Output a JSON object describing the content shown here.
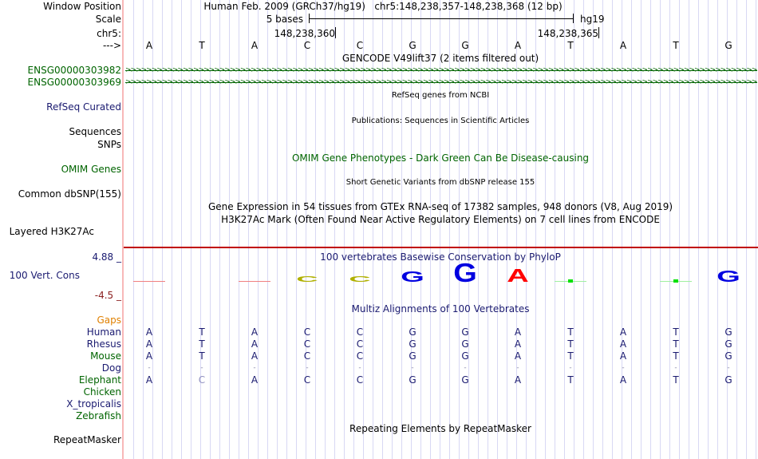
{
  "labels": {
    "window_position": "Window Position",
    "scale": "Scale",
    "chr": "chr5:",
    "arrow": "--->",
    "gene1": "ENSG00000303982",
    "gene2": "ENSG00000303969",
    "refseq": "RefSeq Curated",
    "sequences": "Sequences",
    "snps": "SNPs",
    "omim": "OMIM Genes",
    "dbsnp": "Common dbSNP(155)",
    "h3k27ac": "Layered H3K27Ac",
    "vert_cons": "100 Vert. Cons",
    "max": "4.88 _",
    "min": "-4.5 _",
    "gaps": "Gaps",
    "repeatmasker": "RepeatMasker"
  },
  "header": {
    "assembly": "Human Feb. 2009 (GRCh37/hg19)   chr5:148,238,357-148,238,368 (12 bp)",
    "scale_text": "5 bases",
    "db": "hg19",
    "pos1": "148,238,360",
    "pos2": "148,238,365"
  },
  "track_titles": {
    "gencode": "GENCODE V49lift37 (2 items filtered out)",
    "refseq": "RefSeq genes from NCBI",
    "publications": "Publications: Sequences in Scientific Articles",
    "omim": "OMIM Gene Phenotypes - Dark Green Can Be Disease-causing",
    "snp": "Short Genetic Variants from dbSNP release 155",
    "gtex": "Gene Expression in 54 tissues from GTEx RNA-seq of 17382 samples, 948 donors (V8, Aug 2019)",
    "h3k27ac": "H3K27Ac Mark (Often Found Near Active Regulatory Elements) on 7 cell lines from ENCODE",
    "phylop": "100 vertebrates Basewise Conservation by PhyloP",
    "multiz": "Multiz Alignments of 100 Vertebrates",
    "repeats": "Repeating Elements by RepeatMasker"
  },
  "sequence": [
    "A",
    "T",
    "A",
    "C",
    "C",
    "G",
    "G",
    "A",
    "T",
    "A",
    "T",
    "G"
  ],
  "phylop": [
    -0.3,
    0,
    -0.3,
    0.8,
    0.8,
    1.4,
    2.6,
    1.8,
    0.1,
    0,
    0.1,
    1.6
  ],
  "species": [
    {
      "name": "Human",
      "color": "#1a1a70",
      "bases": [
        "A",
        "T",
        "A",
        "C",
        "C",
        "G",
        "G",
        "A",
        "T",
        "A",
        "T",
        "G"
      ]
    },
    {
      "name": "Rhesus",
      "color": "#1a1a70",
      "bases": [
        "A",
        "T",
        "A",
        "C",
        "C",
        "G",
        "G",
        "A",
        "T",
        "A",
        "T",
        "G"
      ]
    },
    {
      "name": "Mouse",
      "color": "#006400",
      "bases": [
        "A",
        "T",
        "A",
        "C",
        "C",
        "G",
        "G",
        "A",
        "T",
        "A",
        "T",
        "G"
      ]
    },
    {
      "name": "Dog",
      "color": "#1a1a70",
      "bases": [
        "-",
        "-",
        "-",
        "-",
        "-",
        "-",
        "-",
        "-",
        "-",
        "-",
        "-",
        "-"
      ]
    },
    {
      "name": "Elephant",
      "color": "#006400",
      "bases": [
        "A",
        "C",
        "A",
        "C",
        "C",
        "G",
        "G",
        "A",
        "T",
        "A",
        "T",
        "G"
      ]
    },
    {
      "name": "Chicken",
      "color": "#006400",
      "bases": []
    },
    {
      "name": "X_tropicalis",
      "color": "#1a1a70",
      "bases": []
    },
    {
      "name": "Zebrafish",
      "color": "#006400",
      "bases": []
    }
  ],
  "colors": {
    "A": "#ff0000",
    "C": "#b0b000",
    "G": "#0000e0",
    "T": "#00d000"
  }
}
